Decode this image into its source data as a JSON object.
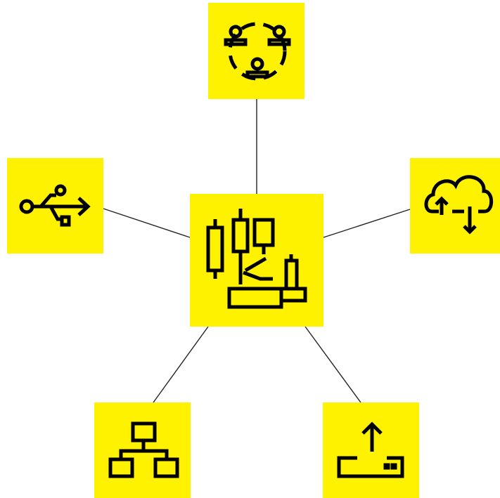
{
  "diagram": {
    "type": "hub-and-spoke",
    "colors": {
      "node_fill": "#FFF200",
      "icon_stroke": "#000000",
      "connector": "#222222",
      "background": "#FFFFFF"
    },
    "hub": {
      "icon": "candlestick-chart-icon"
    },
    "nodes": [
      {
        "id": "team",
        "icon": "user-group-icon"
      },
      {
        "id": "usb",
        "icon": "usb-icon"
      },
      {
        "id": "cloud-sync",
        "icon": "cloud-sync-icon"
      },
      {
        "id": "network",
        "icon": "network-hierarchy-icon"
      },
      {
        "id": "upload",
        "icon": "upload-tray-icon"
      }
    ],
    "connections": [
      {
        "from": "hub",
        "to": "team"
      },
      {
        "from": "hub",
        "to": "usb"
      },
      {
        "from": "hub",
        "to": "cloud-sync"
      },
      {
        "from": "hub",
        "to": "network"
      },
      {
        "from": "hub",
        "to": "upload"
      }
    ]
  }
}
